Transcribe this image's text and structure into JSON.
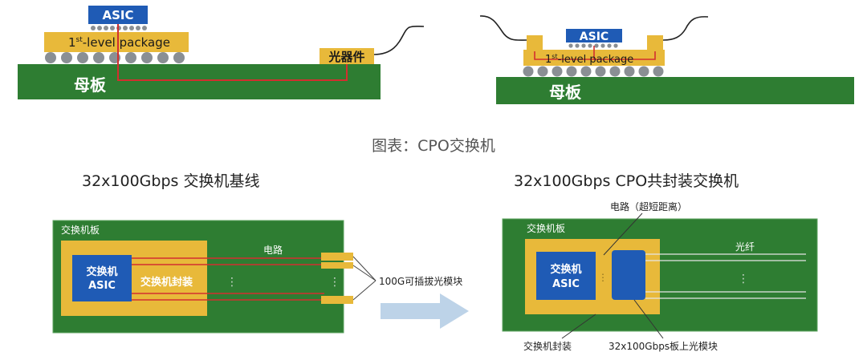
{
  "top_left": {
    "asic": "ASIC",
    "package": "1st-level package",
    "package_sup": "st",
    "package_pre": "1",
    "package_post": "-level package",
    "optical": "光器件",
    "board": "母板"
  },
  "top_right": {
    "asic": "ASIC",
    "package_pre": "1",
    "package_sup": "st",
    "package_post": "-level package",
    "board": "母板"
  },
  "caption": "图表：CPO交换机",
  "left_diagram": {
    "title": "32x100Gbps 交换机基线",
    "board_label": "交换机板",
    "asic_line1": "交换机",
    "asic_line2": "ASIC",
    "package_label": "交换机封装",
    "circuit_label": "电路",
    "module_label": "100G可插拔光模块",
    "dots": "⋮"
  },
  "right_diagram": {
    "title": "32x100Gbps CPO共封装交换机",
    "circuit_note": "电路（超短距离）",
    "board_label": "交换机板",
    "asic_line1": "交换机",
    "asic_line2": "ASIC",
    "fiber_label": "光纤",
    "package_label": "交换机封装",
    "module_label": "32x100Gbps板上光模块",
    "dots": "⋮"
  },
  "colors": {
    "board_green": "#2e7d32",
    "package_yellow": "#e8b93a",
    "asic_blue": "#1f5bb5",
    "trace_red": "#d32f2f"
  }
}
